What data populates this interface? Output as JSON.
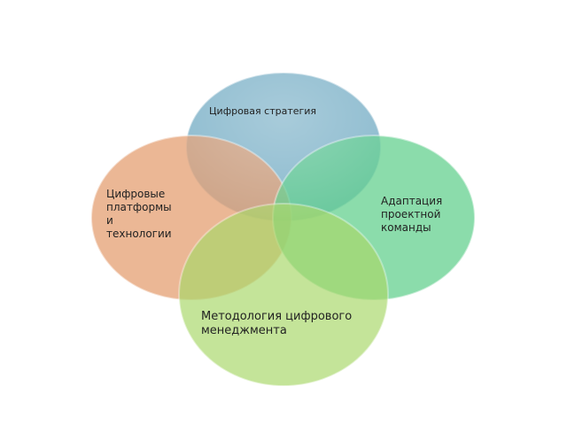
{
  "diagram": {
    "circles": [
      {
        "id": "strategy",
        "label": "Цифровая стратегия",
        "color": "#6fa9c2"
      },
      {
        "id": "platforms",
        "label": "Цифровые\nплатформы\nи\nтехнологии",
        "color": "#e59f72"
      },
      {
        "id": "adaptation",
        "label": "Адаптация\nпроектной\nкоманды",
        "color": "#5fcf8c"
      },
      {
        "id": "methodology",
        "label": "Методология цифрового\nменеджмента",
        "color": "#a9d86a"
      }
    ]
  }
}
